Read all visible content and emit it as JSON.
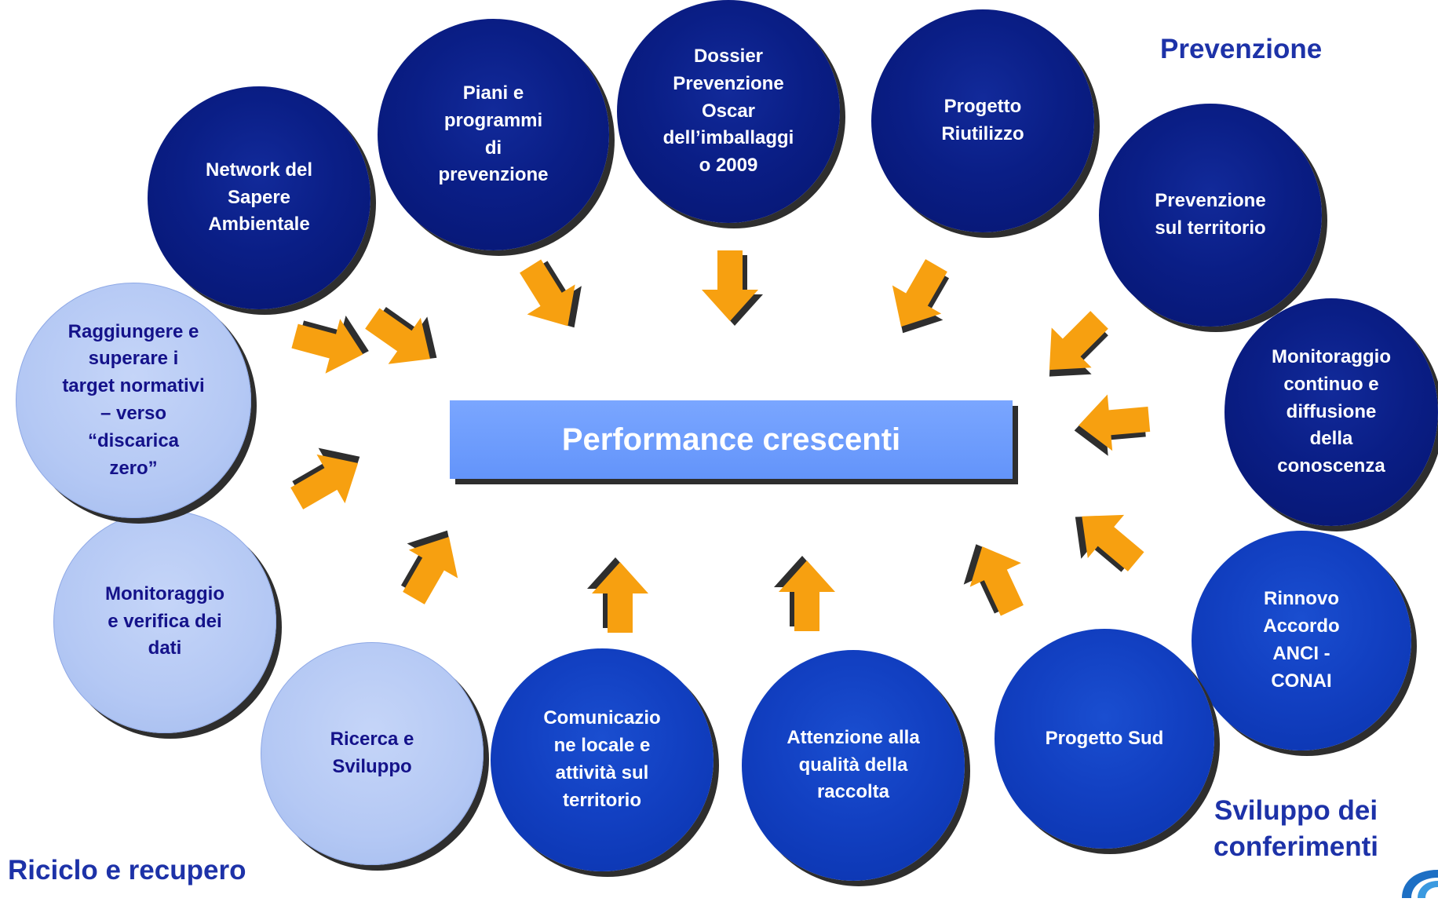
{
  "center": "Performance crescenti",
  "labels": {
    "prevenzione": "Prevenzione",
    "sviluppo": "Sviluppo dei\nconferimenti",
    "riciclo": "Riciclo e recupero"
  },
  "nodes": {
    "network": "Network del\nSapere\nAmbientale",
    "piani": "Piani e\nprogrammi\ndi\nprevenzione",
    "dossier": "Dossier\nPrevenzione\nOscar\ndell’imballaggi\no 2009",
    "riutilizzo": "Progetto\nRiutilizzo",
    "prev_territorio": "Prevenzione\nsul territorio",
    "monitoraggio_continuo": "Monitoraggio\ncontinuo e\ndiffusione\ndella\nconoscenza",
    "rinnovo": "Rinnovo\nAccordo\nANCI -\nCONAI",
    "progetto_sud": "Progetto Sud",
    "attenzione": "Attenzione alla\nqualità della\nraccolta",
    "comunicazione": "Comunicazio\nne locale e\nattività sul\nterritorio",
    "ricerca": "Ricerca e\nSviluppo",
    "monitoraggio_dati": "Monitoraggio\ne verifica dei\ndati",
    "target": "Raggiungere e\nsuperare i\ntarget normativi\n– verso\n“discarica\nzero”"
  },
  "colors": {
    "dark_node": "#0a1e86",
    "mid_node": "#1240c2",
    "light_node": "#b4c8f4",
    "light_text": "#14128a",
    "center_box": "#6b9bff",
    "arrow": "#f7a010",
    "label": "#1d32a8"
  }
}
